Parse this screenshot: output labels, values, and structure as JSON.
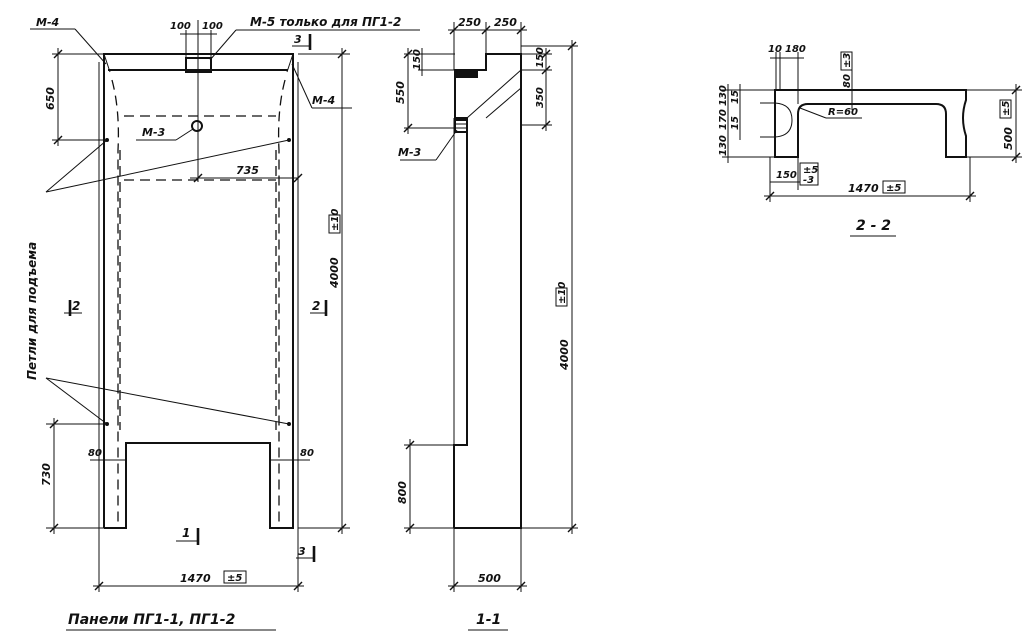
{
  "panel_view": {
    "title": "Панели ПГ1-1, ПГ1-2",
    "mark_m4_left": "М-4",
    "mark_m4_right": "М-4",
    "mark_m5": "М-5 только для ПГ1-2",
    "mark_m3": "М-3",
    "loops_label": "Петли для подъема",
    "dim_650": "650",
    "dim_100a": "100",
    "dim_100b": "100",
    "dim_735": "735",
    "dim_4000": "4000",
    "tol_10": "±10",
    "dim_730": "730",
    "dim_80a": "80",
    "dim_80b": "80",
    "dim_1470": "1470",
    "tol_5": "±5",
    "sec_1": "1",
    "sec_2a": "2",
    "sec_2b": "2",
    "sec_3a": "3",
    "sec_3b": "3"
  },
  "section_1_1": {
    "title": "1-1",
    "dim_250a": "250",
    "dim_250b": "250",
    "dim_150": "150",
    "dim_550": "550",
    "dim_350": "350",
    "dim_150r": "150",
    "mark_m3": "М-3",
    "dim_4000": "4000",
    "tol_10": "±10",
    "dim_800": "800",
    "dim_500": "500"
  },
  "section_2_2": {
    "title": "2 - 2",
    "dim_10": "10",
    "dim_180": "180",
    "dim_80": "80",
    "tol_3a": "±3",
    "dim_130": "130",
    "dim_15a": "15",
    "dim_170": "170",
    "dim_15b": "15",
    "dim_130b": "130",
    "radius": "R=60",
    "dim_500": "500",
    "tol_5": "±5",
    "dim_150": "150",
    "tol_5b": "±5",
    "tol_3b": "-3",
    "dim_1470": "1470",
    "tol_5c": "±5"
  }
}
